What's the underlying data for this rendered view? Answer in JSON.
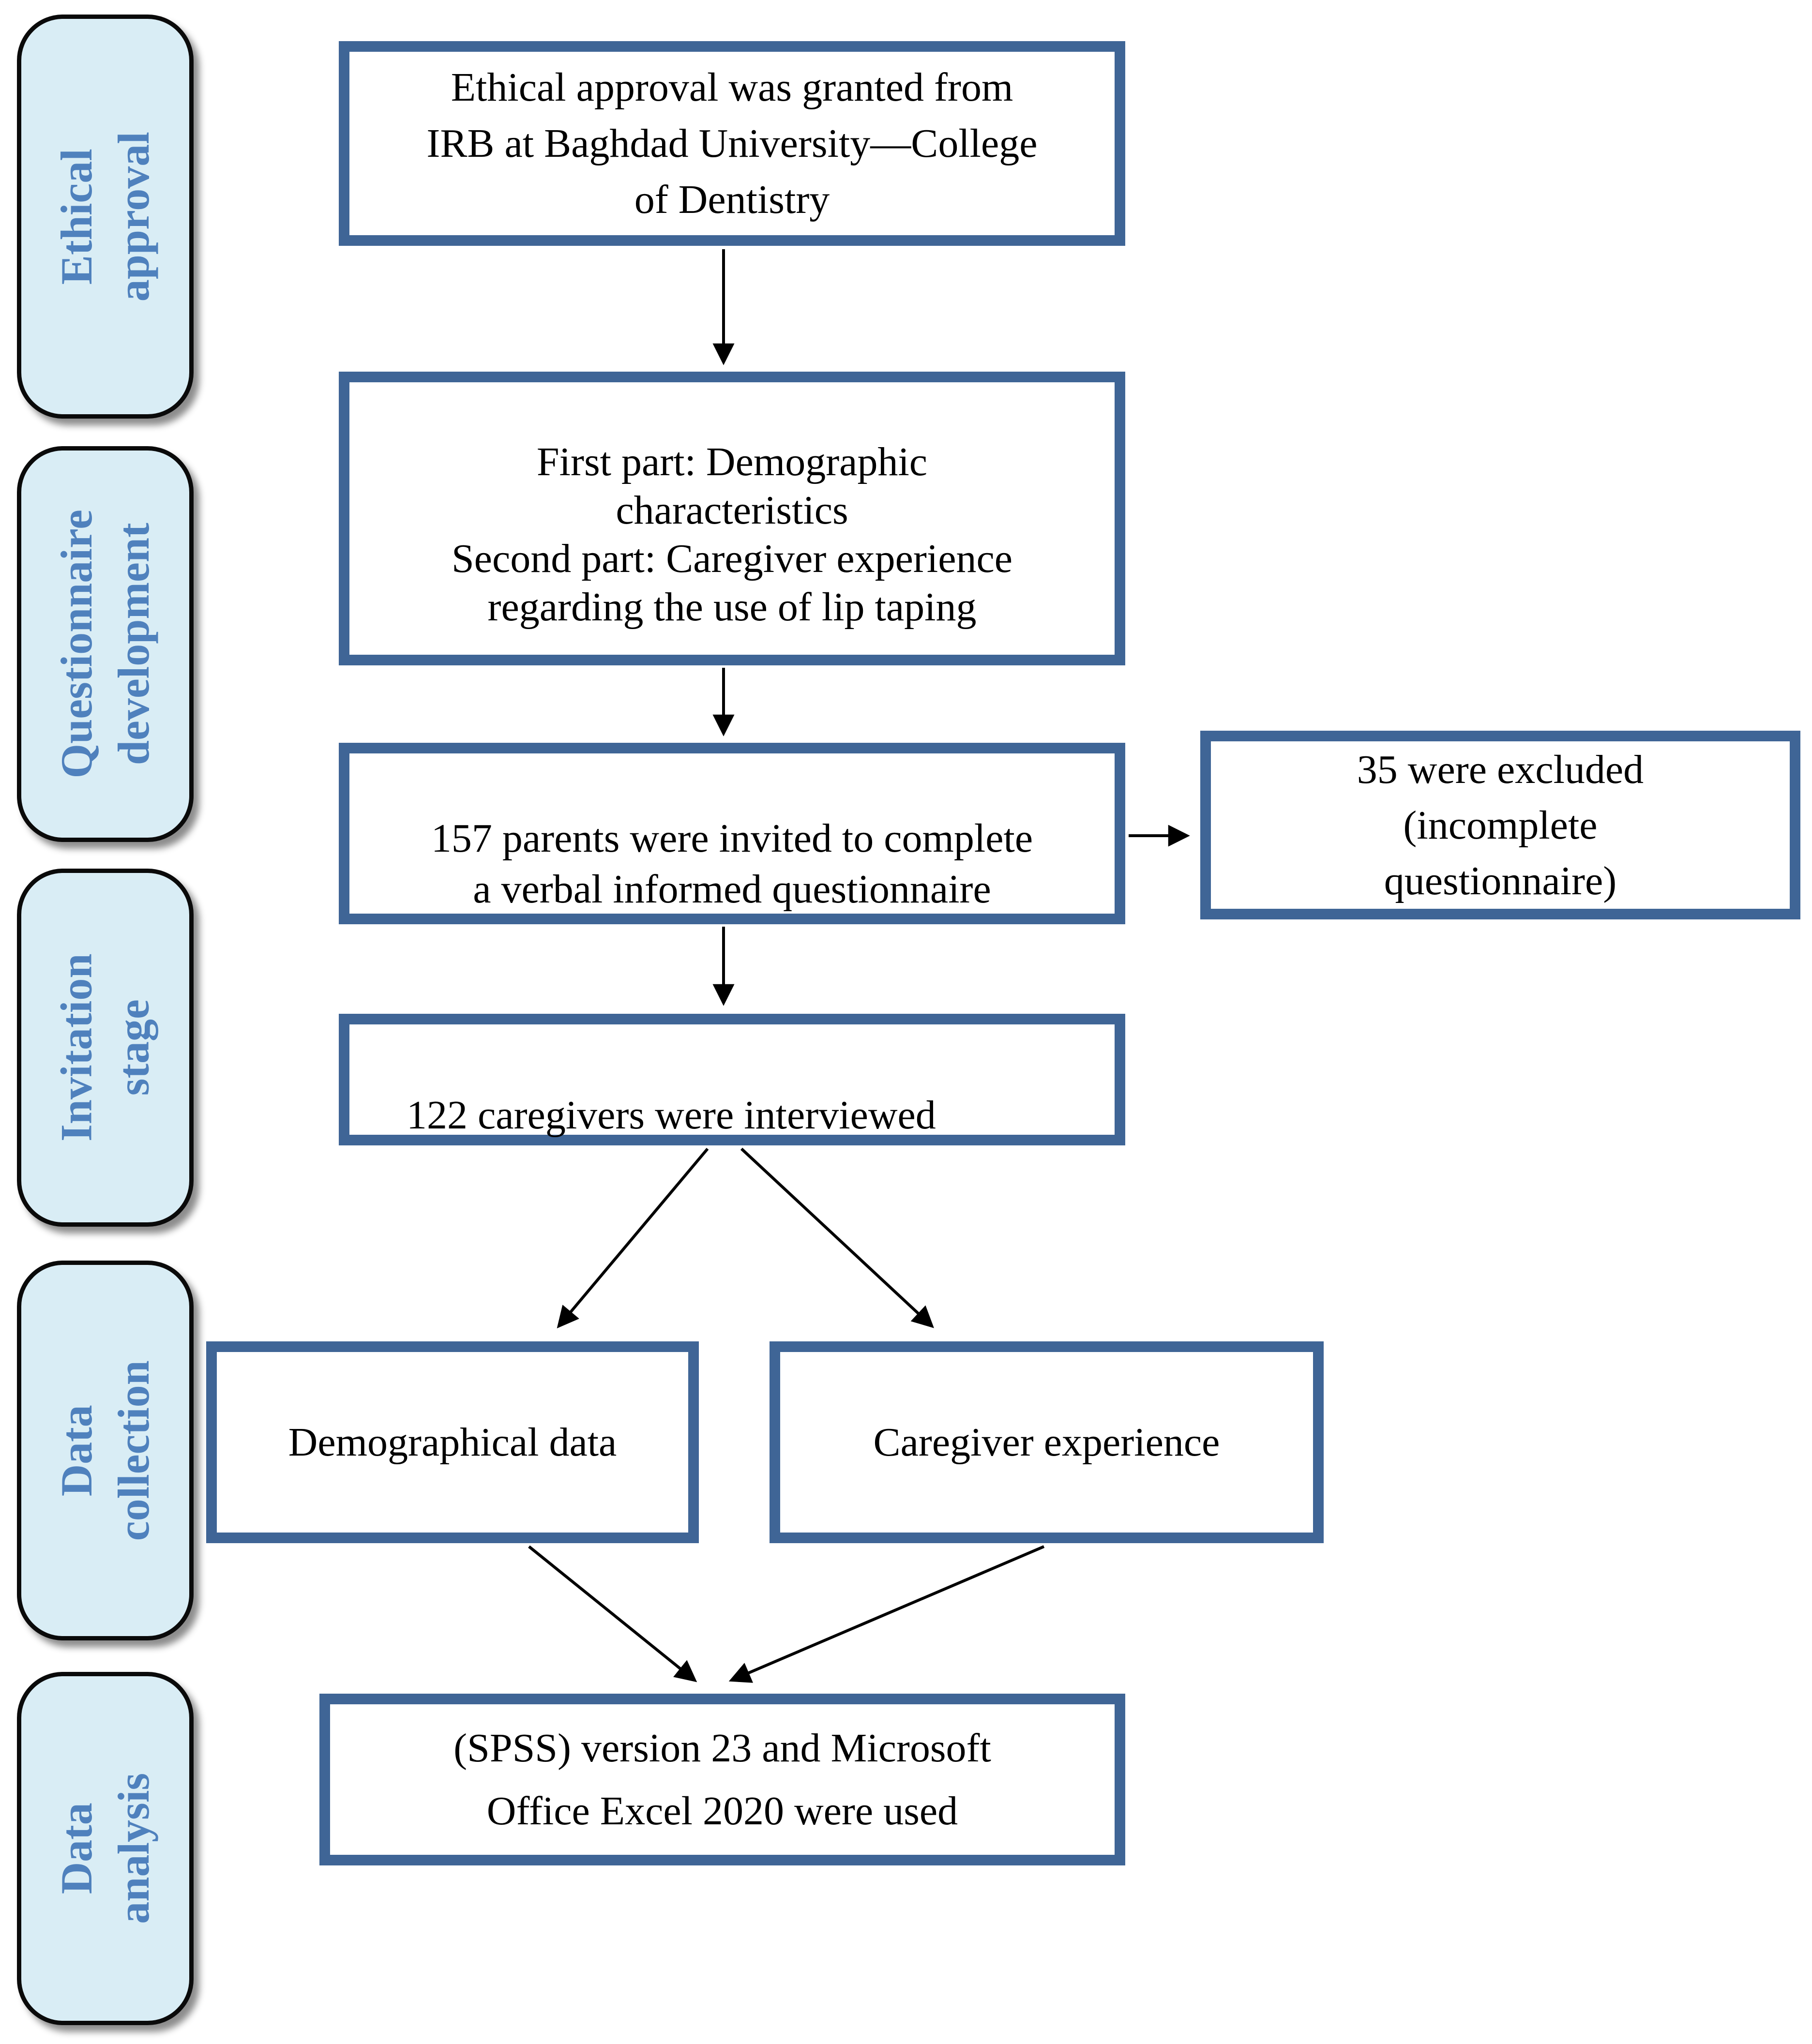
{
  "colors": {
    "accent": "#3f6596",
    "stage-fill": "#d9edf5",
    "stage-text": "#4f81bd",
    "arrow": "#000000",
    "box-text": "#000000"
  },
  "stages": [
    {
      "label": "Ethical\napproval"
    },
    {
      "label": "Questionnaire\ndevelopment"
    },
    {
      "label": "Invitation\nstage"
    },
    {
      "label": "Data\ncollection"
    },
    {
      "label": "Data\nanalysis"
    }
  ],
  "flow": {
    "ethical": {
      "text": "Ethical approval was granted from\nIRB at Baghdad University—College\nof Dentistry"
    },
    "questionnaire": {
      "text": "First part: Demographic\ncharacteristics\nSecond part: Caregiver experience\nregarding the use of lip taping"
    },
    "invited": {
      "text": "157 parents were invited to complete\na verbal informed questionnaire"
    },
    "excluded": {
      "text": "35 were excluded\n(incomplete\nquestionnaire)"
    },
    "interviewed": {
      "text": "122 caregivers were interviewed"
    },
    "demographic": {
      "text": "Demographical data"
    },
    "experience": {
      "text": "Caregiver experience"
    },
    "analysis": {
      "text": "(SPSS) version 23 and Microsoft\nOffice Excel 2020 were used"
    }
  }
}
